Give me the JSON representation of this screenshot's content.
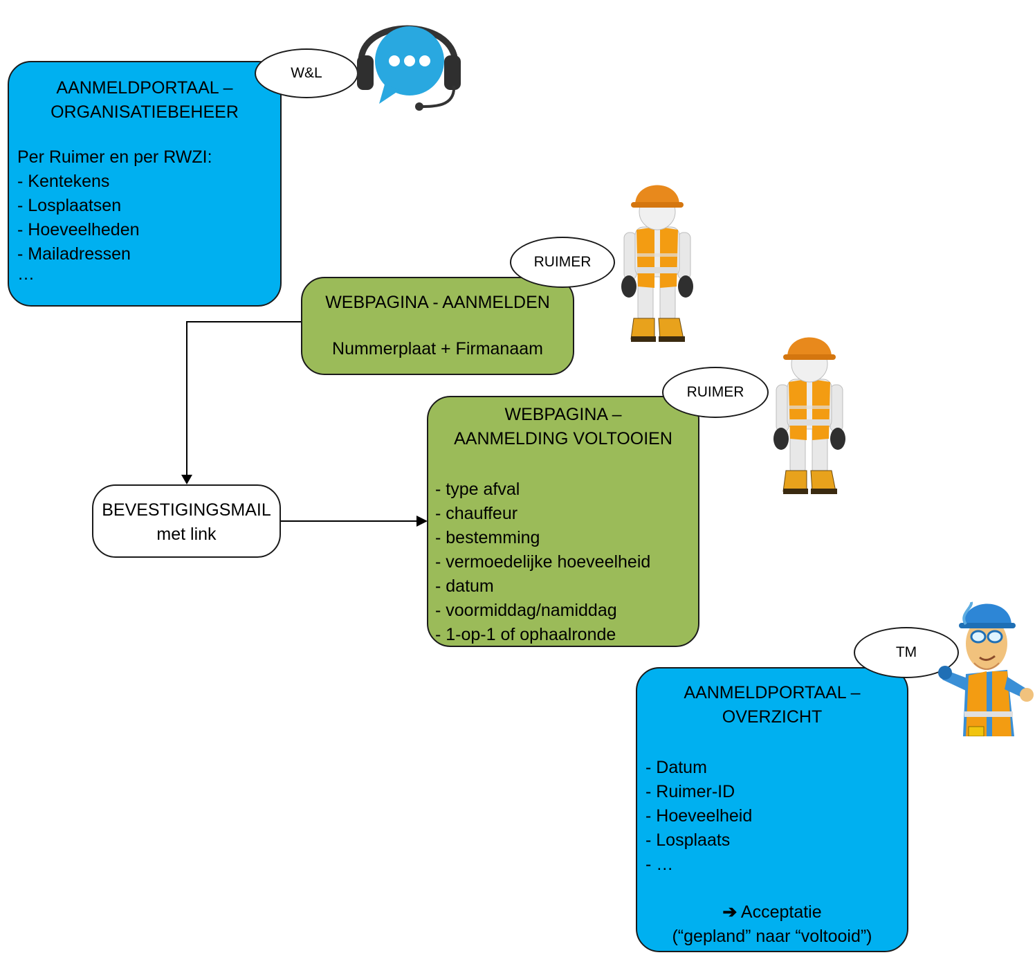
{
  "box1": {
    "title_lines": [
      "AANMELDPORTAAL –",
      "ORGANISATIEBEHEER"
    ],
    "intro": "Per Ruimer en per RWZI:",
    "items": [
      "- Kentekens",
      "- Losplaatsen",
      "- Hoeveelheden",
      "- Mailadressen",
      "…"
    ],
    "role": "W&L"
  },
  "box2": {
    "title": "WEBPAGINA - AANMELDEN",
    "subtitle": "Nummerplaat + Firmanaam",
    "role": "RUIMER"
  },
  "box3": {
    "title_lines": [
      "BEVESTIGINGSMAIL",
      "met link"
    ]
  },
  "box4": {
    "title_lines": [
      "WEBPAGINA –",
      "AANMELDING VOLTOOIEN"
    ],
    "items": [
      "- type afval",
      "- chauffeur",
      "- bestemming",
      "- vermoedelijke hoeveelheid",
      "- datum",
      "- voormiddag/namiddag",
      "- 1-op-1 of ophaalronde"
    ],
    "role": "RUIMER"
  },
  "box5": {
    "title_lines": [
      "AANMELDPORTAAL –",
      "OVERZICHT"
    ],
    "items": [
      "- Datum",
      "- Ruimer-ID",
      "- Hoeveelheid",
      "- Losplaats",
      "- …"
    ],
    "arrow_glyph": "➔",
    "acceptance": "Acceptatie",
    "acceptance_note": "(“gepland” naar “voltooid”)",
    "role": "TM"
  },
  "icons": {
    "support": "headset-chat-icon",
    "worker": "construction-worker-icon",
    "technician": "technician-icon"
  },
  "colors": {
    "blue": "#00b0f0",
    "green": "#9bbb59",
    "chat_blue": "#29a8e0",
    "vest_orange": "#f39c12",
    "helmet_orange": "#e8891c"
  }
}
